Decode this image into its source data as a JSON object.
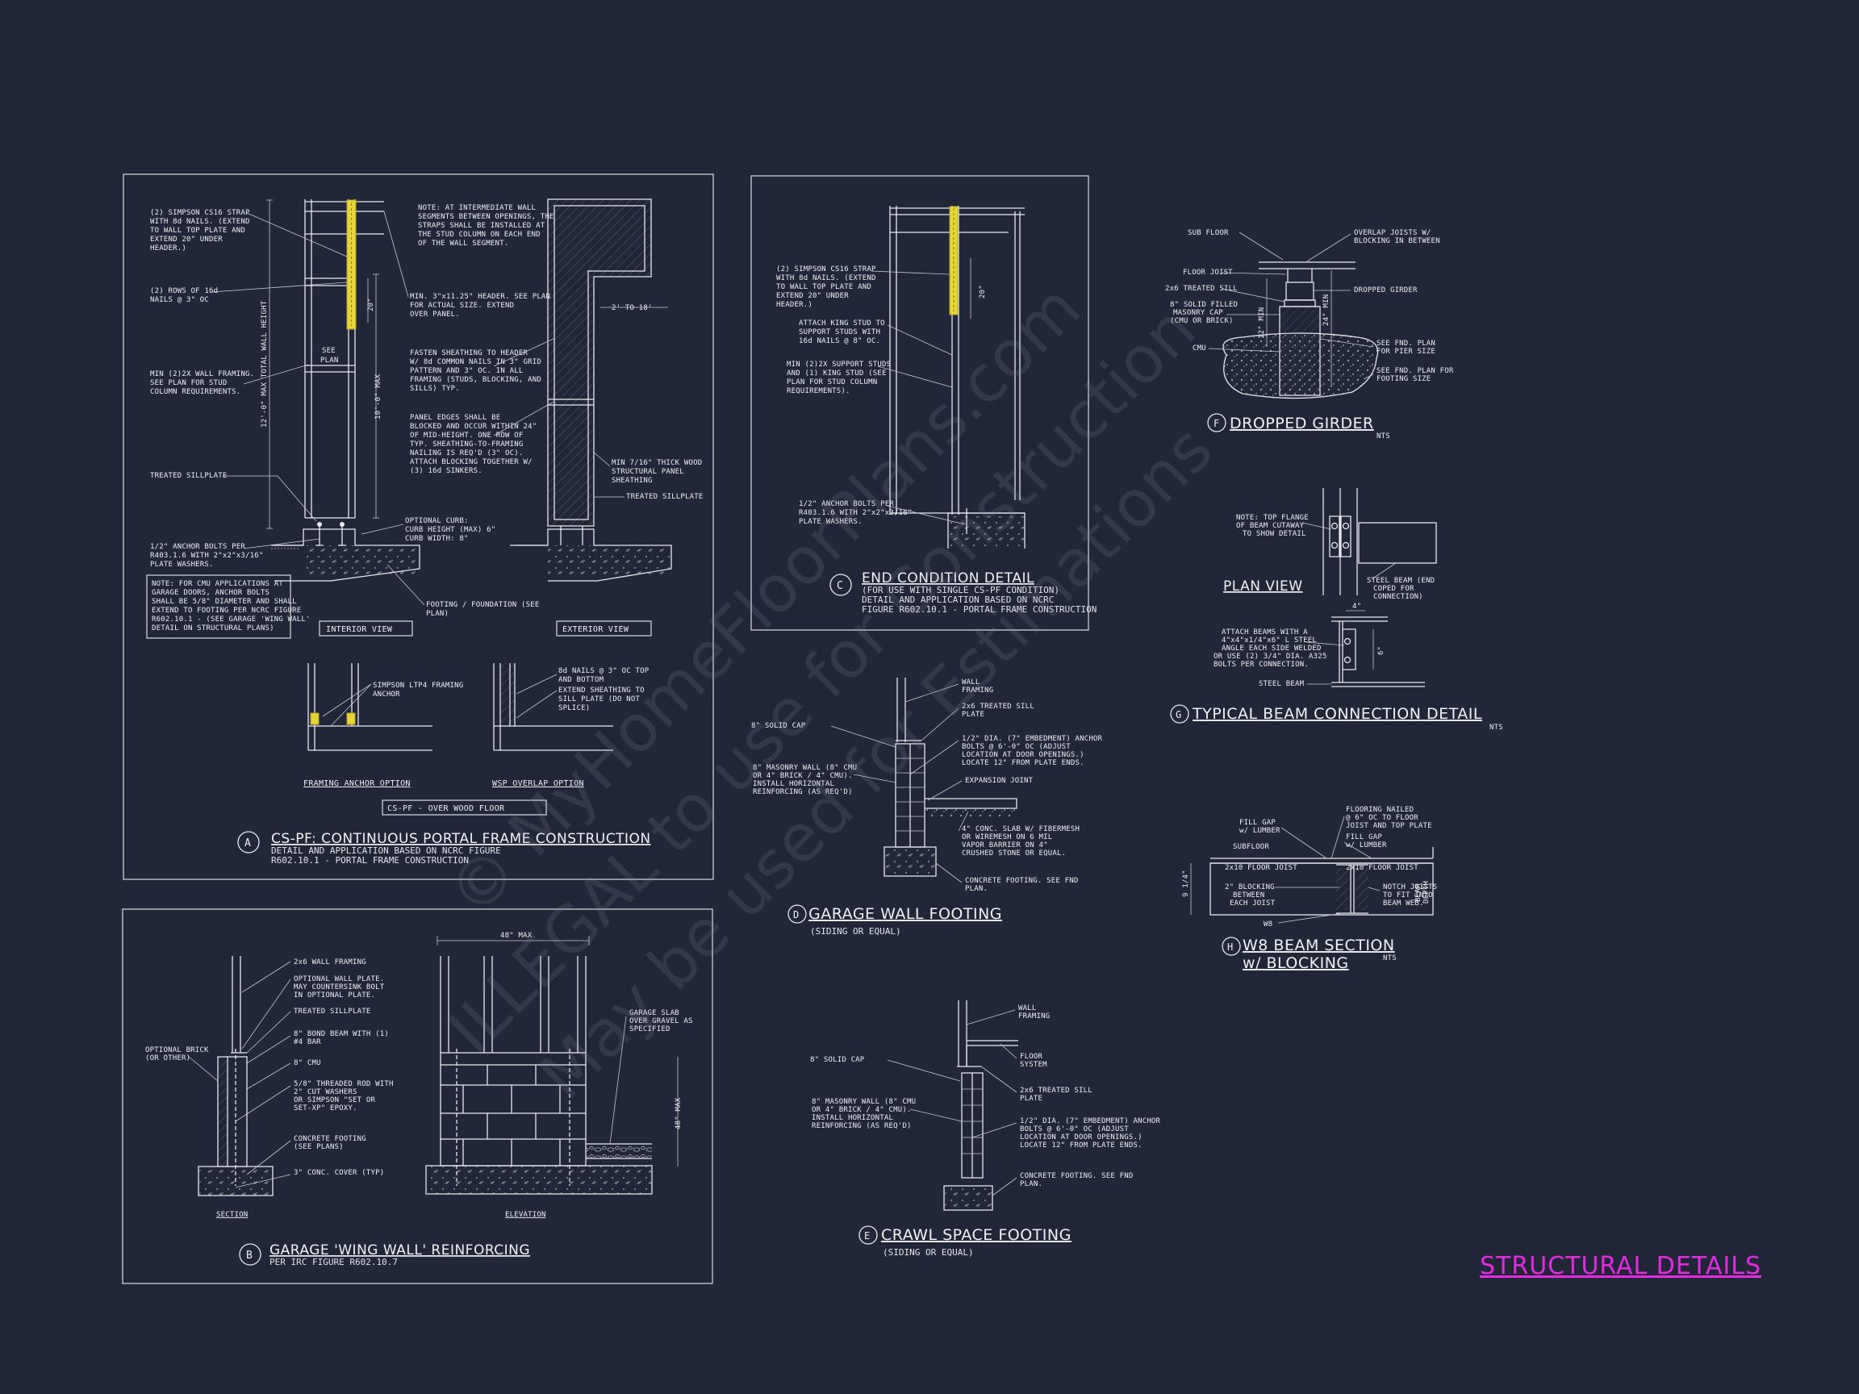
{
  "sheet_title": "STRUCTURAL DETAILS",
  "watermark": [
    "© MyHomeFloorPlans.com",
    "ILLEGAL to use for Construction",
    "May be used for Estimations"
  ],
  "detail_a": {
    "letter": "A",
    "title": "CS-PF: CONTINUOUS PORTAL FRAME CONSTRUCTION",
    "subtitle1": "DETAIL AND APPLICATION BASED ON NCRC FIGURE",
    "subtitle2": "R602.10.1 - PORTAL FRAME CONSTRUCTION",
    "interior_view": "INTERIOR VIEW",
    "exterior_view": "EXTERIOR VIEW",
    "framing_anchor": "FRAMING ANCHOR OPTION",
    "wsp_overlap": "WSP OVERLAP OPTION",
    "over_wood_floor": "CS-PF - OVER WOOD FLOOR",
    "notes": [
      "(2) SIMPSON CS16 STRAP",
      "WITH 8d NAILS. (EXTEND",
      "TO WALL TOP PLATE AND",
      "EXTEND 20\" UNDER",
      "HEADER.)",
      "(2) ROWS OF 16d",
      "NAILS @ 3\" OC",
      "MIN (2)2X WALL FRAMING.",
      "SEE PLAN FOR STUD",
      "COLUMN REQUIREMENTS.",
      "TREATED SILLPLATE",
      "1/2\" ANCHOR BOLTS PER",
      "R403.1.6 WITH 2\"x2\"x3/16\"",
      "PLATE WASHERS.",
      "NOTE: FOR CMU APPLICATIONS AT",
      "GARAGE DOORS, ANCHOR BOLTS",
      "SHALL BE 5/8\" DIAMETER AND SHALL",
      "EXTEND TO FOOTING PER NCRC FIGURE",
      "R602.10.1 - (SEE GARAGE 'WING WALL'",
      "DETAIL ON STRUCTURAL PLANS)",
      "NOTE: AT INTERMEDIATE WALL",
      "SEGMENTS BETWEEN OPENINGS, THE",
      "STRAPS SHALL BE INSTALLED AT",
      "THE STUD COLUMN ON EACH END",
      "OF THE WALL SEGMENT.",
      "MIN. 3\"x11.25\" HEADER. SEE PLAN",
      "FOR ACTUAL SIZE. EXTEND",
      "OVER PANEL.",
      "FASTEN SHEATHING TO HEADER",
      "W/ 8d COMMON NAILS IN 3\" GRID",
      "PATTERN AND 3\" OC. IN ALL",
      "FRAMING (STUDS, BLOCKING, AND",
      "SILLS) TYP.",
      "PANEL EDGES SHALL BE",
      "BLOCKED AND OCCUR WITHIN 24\"",
      "OF MID-HEIGHT. ONE ROW OF",
      "TYP. SHEATHING-TO-FRAMING",
      "NAILING IS REQ'D (3\" OC).",
      "ATTACH BLOCKING TOGETHER W/",
      "(3) 16d SINKERS.",
      "OPTIONAL CURB:",
      "CURB HEIGHT (MAX) 6\"",
      "CURB WIDTH: 8\"",
      "FOOTING / FOUNDATION (SEE",
      "PLAN)",
      "MIN 7/16\" THICK WOOD",
      "STRUCTURAL PANEL",
      "SHEATHING",
      "TREATED SILLPLATE",
      "SIMPSON LTP4 FRAMING",
      "ANCHOR",
      "8d NAILS @ 3\" OC TOP",
      "AND BOTTOM",
      "EXTEND SHEATHING TO",
      "SILL PLATE (DO NOT",
      "SPLICE)"
    ],
    "dims": [
      "12'-0\" MAX TOTAL WALL HEIGHT",
      "10'-0\" MAX",
      "20\"",
      "2' TO 18'",
      "SEE",
      "PLAN"
    ]
  },
  "detail_b": {
    "letter": "B",
    "title": "GARAGE 'WING WALL' REINFORCING",
    "subtitle": "PER IRC FIGURE R602.10.7",
    "section": "SECTION",
    "elevation": "ELEVATION",
    "notes": [
      "2x6 WALL FRAMING",
      "OPTIONAL WALL PLATE.",
      "MAY COUNTERSINK BOLT",
      "IN OPTIONAL PLATE.",
      "TREATED SILLPLATE",
      "8\" BOND BEAM WITH (1)",
      "#4 BAR",
      "8\" CMU",
      "5/8\" THREADED ROD WITH",
      "2\" CUT WASHERS",
      "OR SIMPSON \"SET OR",
      "SET-XP\" EPOXY.",
      "CONCRETE FOOTING",
      "(SEE PLANS)",
      "3\" CONC. COVER (TYP)",
      "OPTIONAL BRICK",
      "(OR OTHER)",
      "GARAGE SLAB",
      "OVER GRAVEL AS",
      "SPECIFIED"
    ],
    "dims": [
      "48\" MAX",
      "48\" MAX"
    ]
  },
  "detail_c": {
    "letter": "C",
    "title": "END CONDITION DETAIL",
    "subtitle1": "(FOR USE WITH SINGLE CS-PF CONDITION)",
    "subtitle2": "DETAIL AND APPLICATION BASED ON NCRC",
    "subtitle3": "FIGURE R602.10.1 - PORTAL FRAME CONSTRUCTION",
    "notes": [
      "(2) SIMPSON CS16 STRAP",
      "WITH 8d NAILS. (EXTEND",
      "TO WALL TOP PLATE AND",
      "EXTEND 20\" UNDER",
      "HEADER.)",
      "ATTACH KING STUD TO",
      "SUPPORT STUDS WITH",
      "16d NAILS @ 8\" OC.",
      "MIN (2)2X SUPPORT STUDS",
      "AND (1) KING STUD (SEE",
      "PLAN FOR STUD COLUMN",
      "REQUIREMENTS).",
      "1/2\" ANCHOR BOLTS PER",
      "R403.1.6 WITH 2\"x2\"x3/16\"",
      "PLATE WASHERS."
    ],
    "dims": [
      "20\""
    ]
  },
  "detail_d": {
    "letter": "D",
    "title": "GARAGE WALL FOOTING",
    "subtitle": "(SIDING OR EQUAL)",
    "notes": [
      "WALL",
      "FRAMING",
      "2x6 TREATED SILL",
      "PLATE",
      "8\" SOLID CAP",
      "1/2\" DIA. (7\" EMBEDMENT) ANCHOR",
      "BOLTS @ 6'-0\" OC (ADJUST",
      "LOCATION AT DOOR OPENINGS.)",
      "LOCATE 12\" FROM PLATE ENDS.",
      "8\" MASONRY WALL (8\" CMU",
      "OR 4\" BRICK / 4\" CMU).",
      "INSTALL HORIZONTAL",
      "REINFORCING (AS REQ'D)",
      "EXPANSION JOINT",
      "4\" CONC. SLAB W/ FIBERMESH",
      "OR WIREMESH ON 6 MIL",
      "VAPOR BARRIER ON 4\"",
      "CRUSHED STONE OR EQUAL.",
      "CONCRETE FOOTING. SEE FND",
      "PLAN."
    ]
  },
  "detail_e": {
    "letter": "E",
    "title": "CRAWL SPACE FOOTING",
    "subtitle": "(SIDING OR EQUAL)",
    "notes": [
      "WALL",
      "FRAMING",
      "FLOOR",
      "SYSTEM",
      "8\" SOLID CAP",
      "2x6 TREATED SILL",
      "PLATE",
      "8\" MASONRY WALL (8\" CMU",
      "OR 4\" BRICK / 4\" CMU).",
      "INSTALL HORIZONTAL",
      "REINFORCING (AS REQ'D)",
      "1/2\" DIA. (7\" EMBEDMENT) ANCHOR",
      "BOLTS @ 6'-0\" OC (ADJUST",
      "LOCATION AT DOOR OPENINGS.)",
      "LOCATE 12\" FROM PLATE ENDS.",
      "CONCRETE FOOTING. SEE FND",
      "PLAN."
    ]
  },
  "detail_f": {
    "letter": "F",
    "title": "DROPPED GIRDER",
    "nts": "NTS",
    "notes": [
      "SUB FLOOR",
      "OVERLAP JOISTS W/",
      "BLOCKING IN BETWEEN",
      "FLOOR JOIST",
      "2x6 TREATED SILL",
      "DROPPED GIRDER",
      "8\" SOLID FILLED",
      "MASONRY CAP",
      "(CMU OR BRICK)",
      "CMU",
      "SEE FND. PLAN",
      "FOR PIER SIZE",
      "SEE FND. PLAN FOR",
      "FOOTING SIZE"
    ],
    "dims": [
      "12\" MIN",
      "24\" MIN"
    ]
  },
  "detail_g": {
    "letter": "G",
    "title": "TYPICAL BEAM CONNECTION DETAIL",
    "nts": "NTS",
    "plan_view": "PLAN VIEW",
    "notes": [
      "NOTE: TOP FLANGE",
      "OF BEAM CUTAWAY",
      "TO SHOW DETAIL",
      "STEEL BEAM (END",
      "COPED FOR",
      "CONNECTION)",
      "ATTACH BEAMS WITH A",
      "4\"x4\"x1/4\"x6\" L STEEL",
      "ANGLE EACH SIDE WELDED",
      "OR USE (2) 3/4\" DIA. A325",
      "BOLTS PER CONNECTION.",
      "STEEL BEAM"
    ],
    "dims": [
      "4\"",
      "6\""
    ]
  },
  "detail_h": {
    "letter": "H",
    "title": "W8 BEAM SECTION",
    "title2": "w/ BLOCKING",
    "nts": "NTS",
    "notes": [
      "FILL GAP",
      "w/ LUMBER",
      "FLOORING NAILED",
      "@ 6\" OC TO FLOOR",
      "JOIST AND TOP PLATE",
      "SUBFLOOR",
      "FILL GAP",
      "w/ LUMBER",
      "2x10 FLOOR JOIST",
      "2x10 FLOOR JOIST",
      "2\" BLOCKING",
      "BETWEEN",
      "EACH JOIST",
      "NOTCH JOISTS",
      "TO FIT INTO",
      "BEAM WEB.",
      "W8"
    ],
    "dims": [
      "9 1/4\"",
      "BEAM",
      "DEPTH"
    ]
  }
}
